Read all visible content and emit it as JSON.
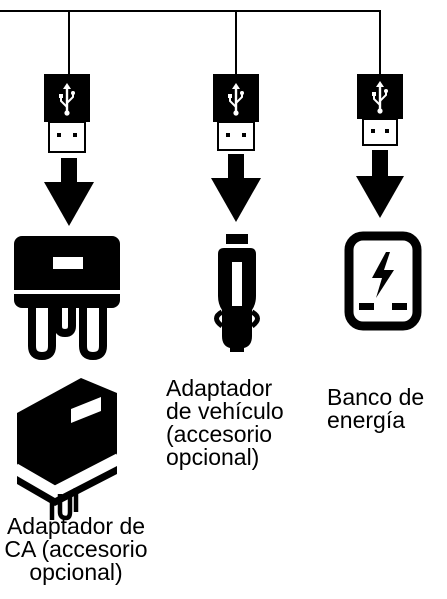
{
  "colors": {
    "ink": "#000000",
    "paper": "#ffffff"
  },
  "items": [
    {
      "id": "ac",
      "icon": "wall-charger-icon",
      "caption_lines": [
        "Adaptador de",
        "CA (accesorio",
        "opcional)"
      ]
    },
    {
      "id": "vehicle",
      "icon": "car-charger-icon",
      "caption_lines": [
        "Adaptador",
        "de vehículo",
        "(accesorio",
        "opcional)"
      ]
    },
    {
      "id": "powerbank",
      "icon": "power-bank-icon",
      "caption_lines": [
        "Banco de",
        "energía"
      ]
    }
  ],
  "connector_icons": [
    "usb-plug-icon",
    "usb-symbol-icon",
    "down-arrow-icon"
  ]
}
